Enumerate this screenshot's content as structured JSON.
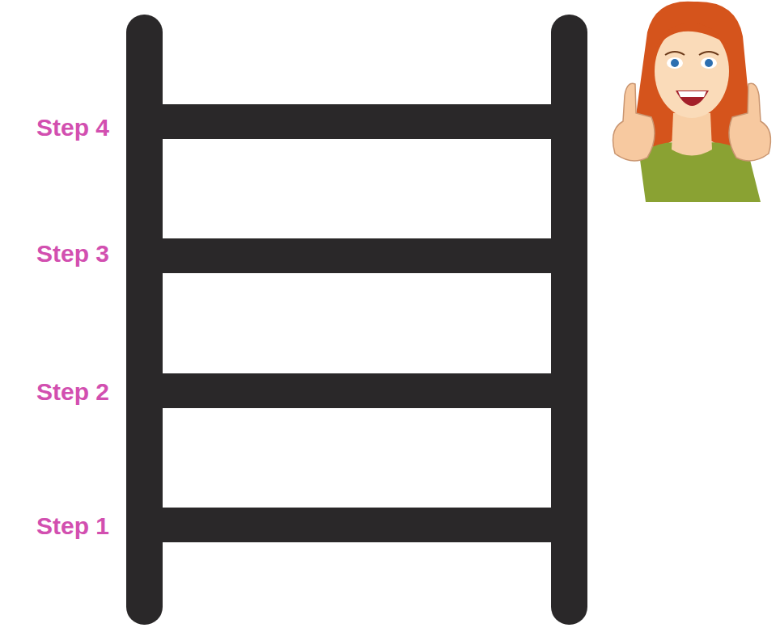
{
  "diagram": {
    "labels": [
      "Step 4",
      "Step 3",
      "Step 2",
      "Step 1"
    ]
  }
}
